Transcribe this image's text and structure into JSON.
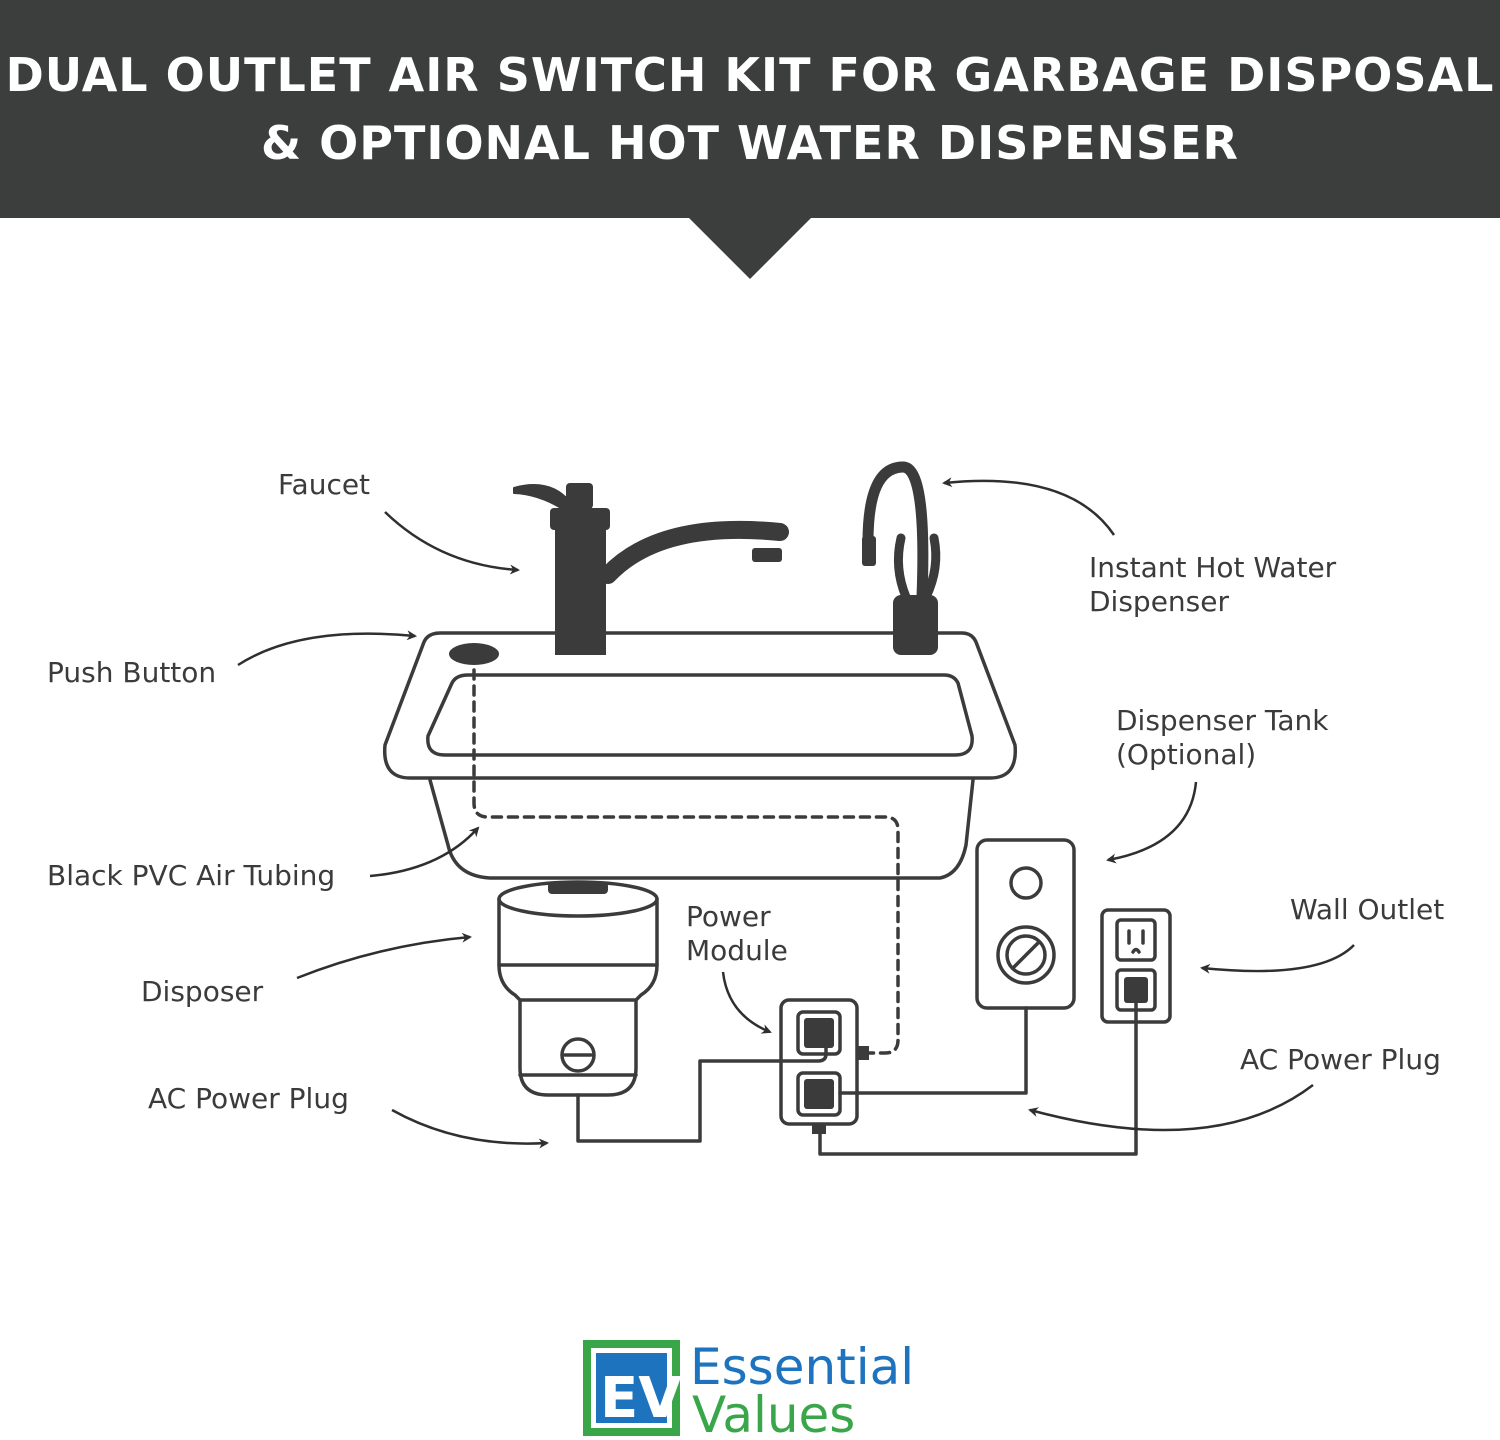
{
  "header": {
    "title_line1": "DUAL OUTLET AIR SWITCH KIT FOR GARBAGE DISPOSAL",
    "title_line2": "& OPTIONAL HOT WATER DISPENSER",
    "background": "#3c3d3d",
    "text_color": "#ffffff"
  },
  "labels": {
    "faucet": "Faucet",
    "hot_water_1": "Instant Hot Water",
    "hot_water_2": "Dispenser",
    "push_button": "Push Button",
    "tank_1": "Dispenser Tank",
    "tank_2": "(Optional)",
    "tubing": "Black PVC Air Tubing",
    "power_module_1": "Power",
    "power_module_2": "Module",
    "wall_outlet": "Wall Outlet",
    "disposer": "Disposer",
    "ac_plug_left": "AC Power Plug",
    "ac_plug_right": "AC Power Plug"
  },
  "logo": {
    "mark": "EV",
    "word1": "Essential",
    "word2": "Values",
    "blue": "#1e73be",
    "green": "#3aa64a"
  },
  "colors": {
    "line": "#3b3b3b",
    "fill_dark": "#3b3b3b"
  }
}
